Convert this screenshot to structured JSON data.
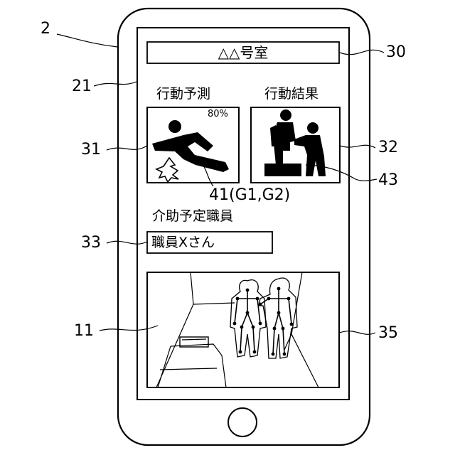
{
  "figure": {
    "device_ref": "2",
    "screen_ref": "21",
    "camera_ref": "11",
    "room_title_ref": "30",
    "prediction_panel_ref": "31",
    "result_panel_ref": "32",
    "staff_field_ref": "33",
    "video_ref": "35",
    "skeleton_ref": "41(G1,G2)",
    "result_icon_ref": "43"
  },
  "screen": {
    "room_title": "△△号室",
    "prediction": {
      "heading": "行動予測",
      "percent": "80%",
      "icon": "falling-person-icon"
    },
    "result": {
      "heading": "行動結果",
      "icon": "assisted-standing-icon"
    },
    "staff": {
      "heading": "介助予定職員",
      "name": "職員Xさん"
    },
    "video": {
      "content": "camera-image-with-skeletons"
    }
  }
}
